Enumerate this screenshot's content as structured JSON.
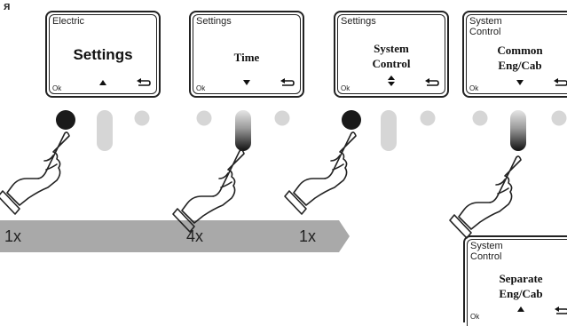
{
  "page": {
    "letter": "я"
  },
  "screens": [
    {
      "header": "Electric",
      "main": [
        "Settings"
      ],
      "style": "sans",
      "ok": "Ok",
      "nav": "up"
    },
    {
      "header": "Settings",
      "main": [
        "Time"
      ],
      "style": "serif",
      "ok": "Ok",
      "nav": "down"
    },
    {
      "header": "Settings",
      "main": [
        "System",
        "Control"
      ],
      "style": "serif",
      "ok": "Ok",
      "nav": "updown"
    },
    {
      "header": "System Control",
      "main": [
        "Common",
        "Eng/Cab"
      ],
      "style": "serif",
      "ok": "Ok",
      "nav": "down"
    },
    {
      "header": "System Control",
      "main": [
        "Separate",
        "Eng/Cab"
      ],
      "style": "serif",
      "ok": "Ok",
      "nav": "up"
    }
  ],
  "arrow": {
    "labels": [
      "1x",
      "4x",
      "1x"
    ]
  },
  "colors": {
    "arrow": "#a9a9a9",
    "button_light": "#d6d6d6",
    "button_dark": "#1a1a1a",
    "line": "#222222"
  }
}
